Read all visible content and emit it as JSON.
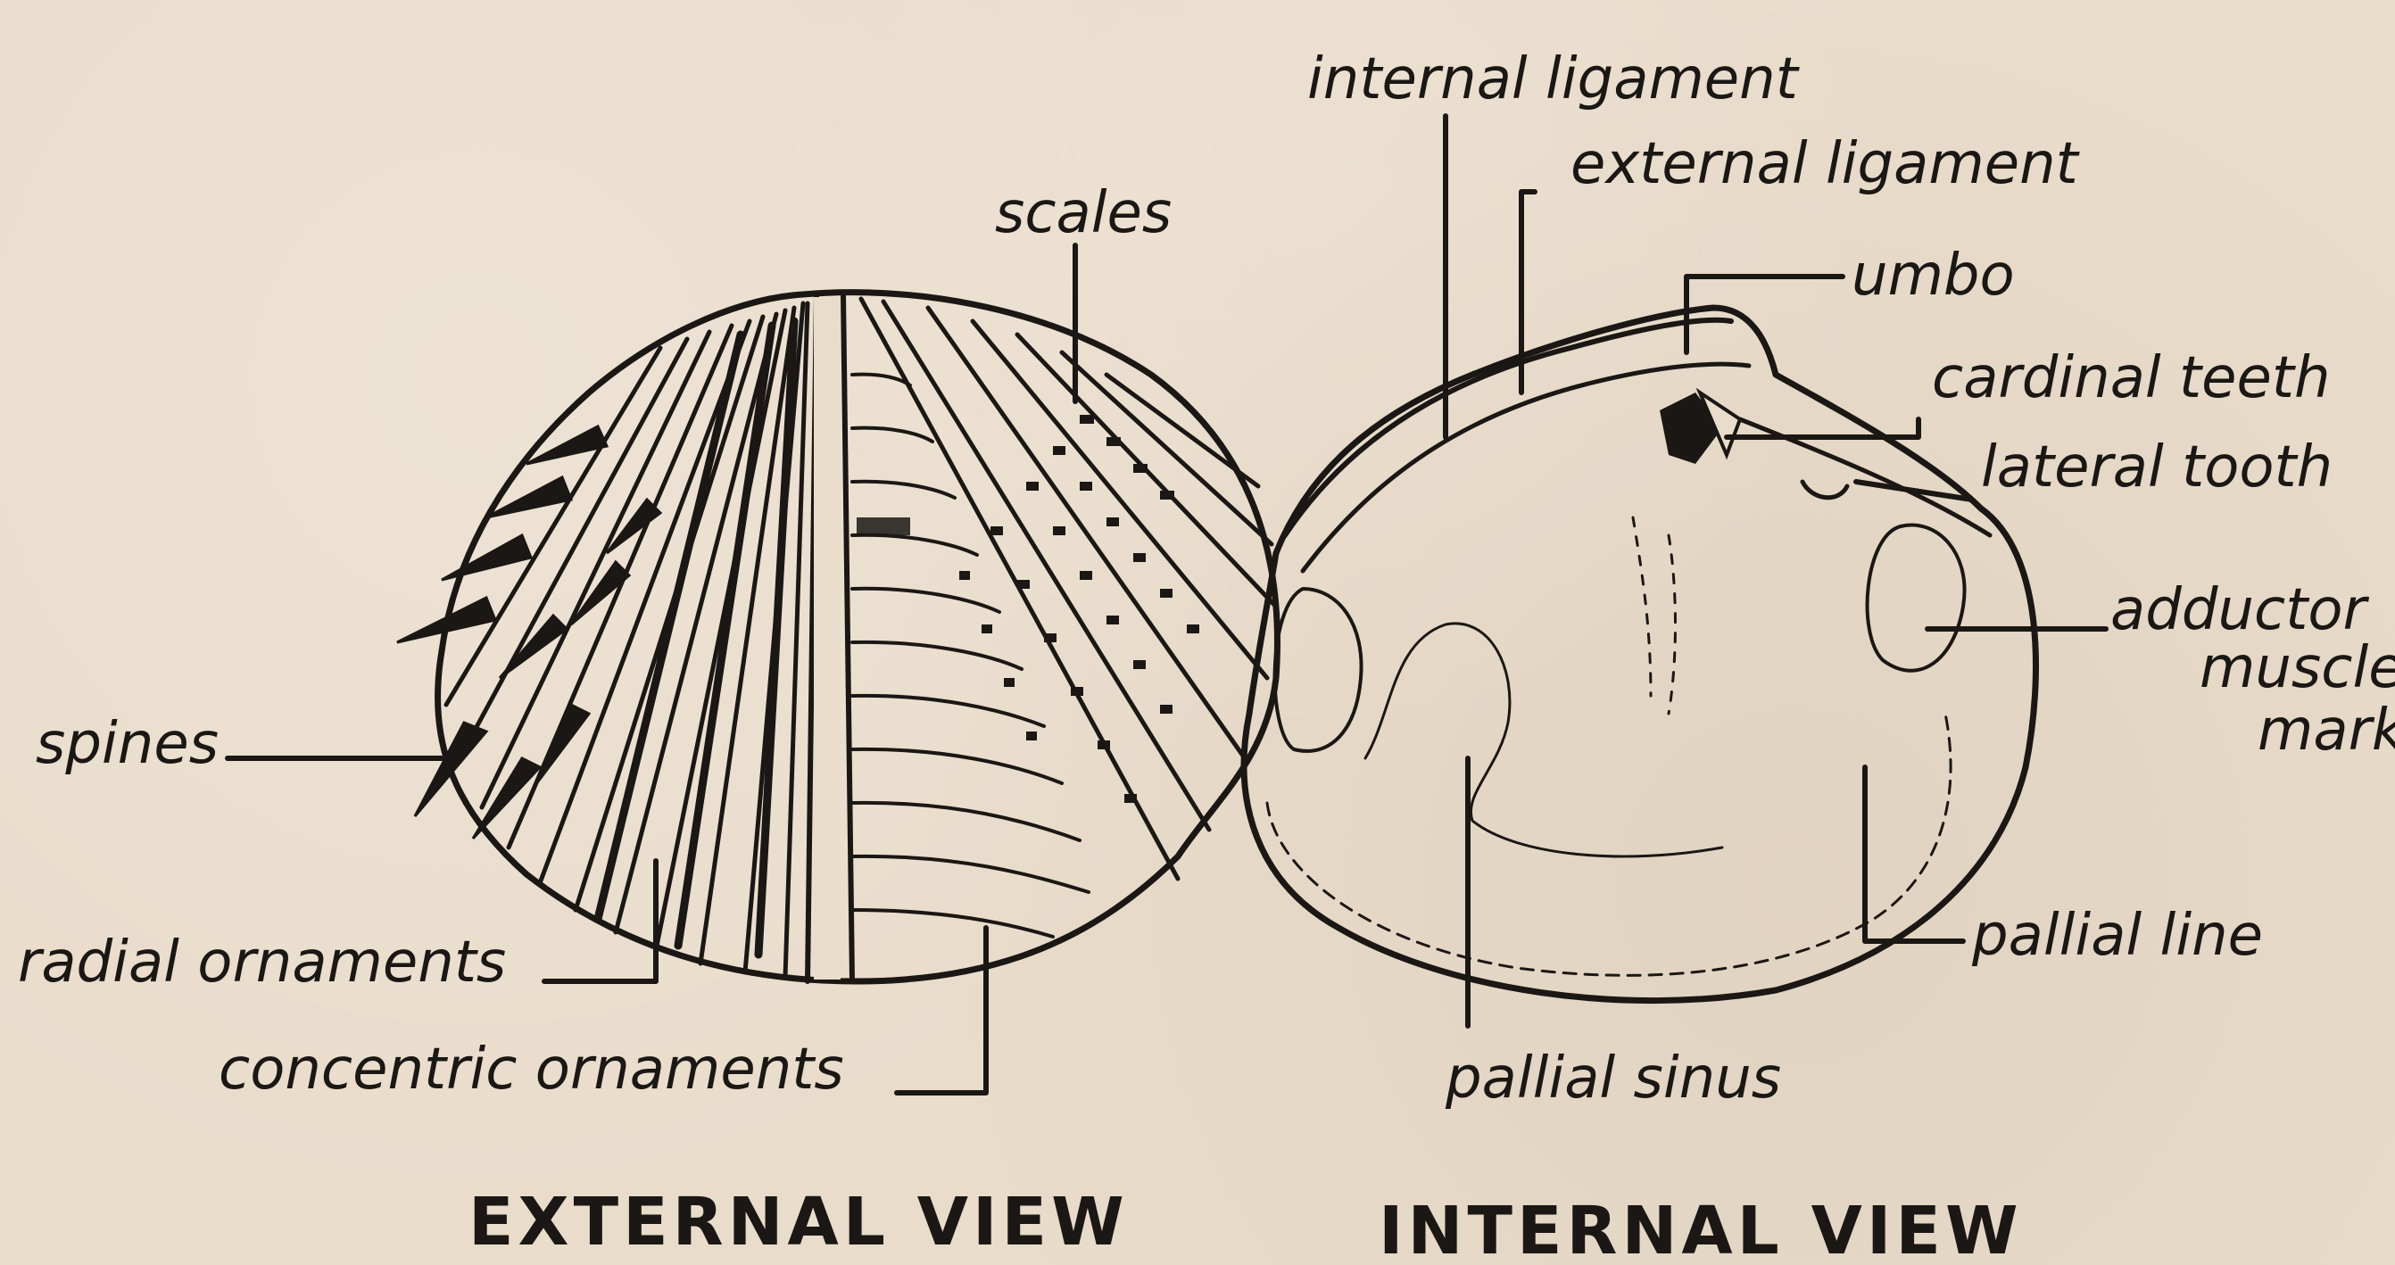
{
  "labels": {
    "internal_ligament": "internal ligament",
    "external_ligament": "external ligament",
    "umbo": "umbo",
    "cardinal_teeth": "cardinal teeth",
    "lateral_tooth": "lateral tooth",
    "adductor_muscle_mark_1": "adductor",
    "adductor_muscle_mark_2": "muscle",
    "adductor_muscle_mark_3": "mark",
    "pallial_line": "pallial line",
    "pallial_sinus": "pallial sinus",
    "scales": "scales",
    "spines": "spines",
    "radial_ornaments": "radial ornaments",
    "concentric_ornaments": "concentric ornaments"
  },
  "views": {
    "external": "EXTERNAL VIEW",
    "internal": "INTERNAL VIEW"
  },
  "colors": {
    "paper": "#e9dccb",
    "ink": "#1a1714"
  }
}
